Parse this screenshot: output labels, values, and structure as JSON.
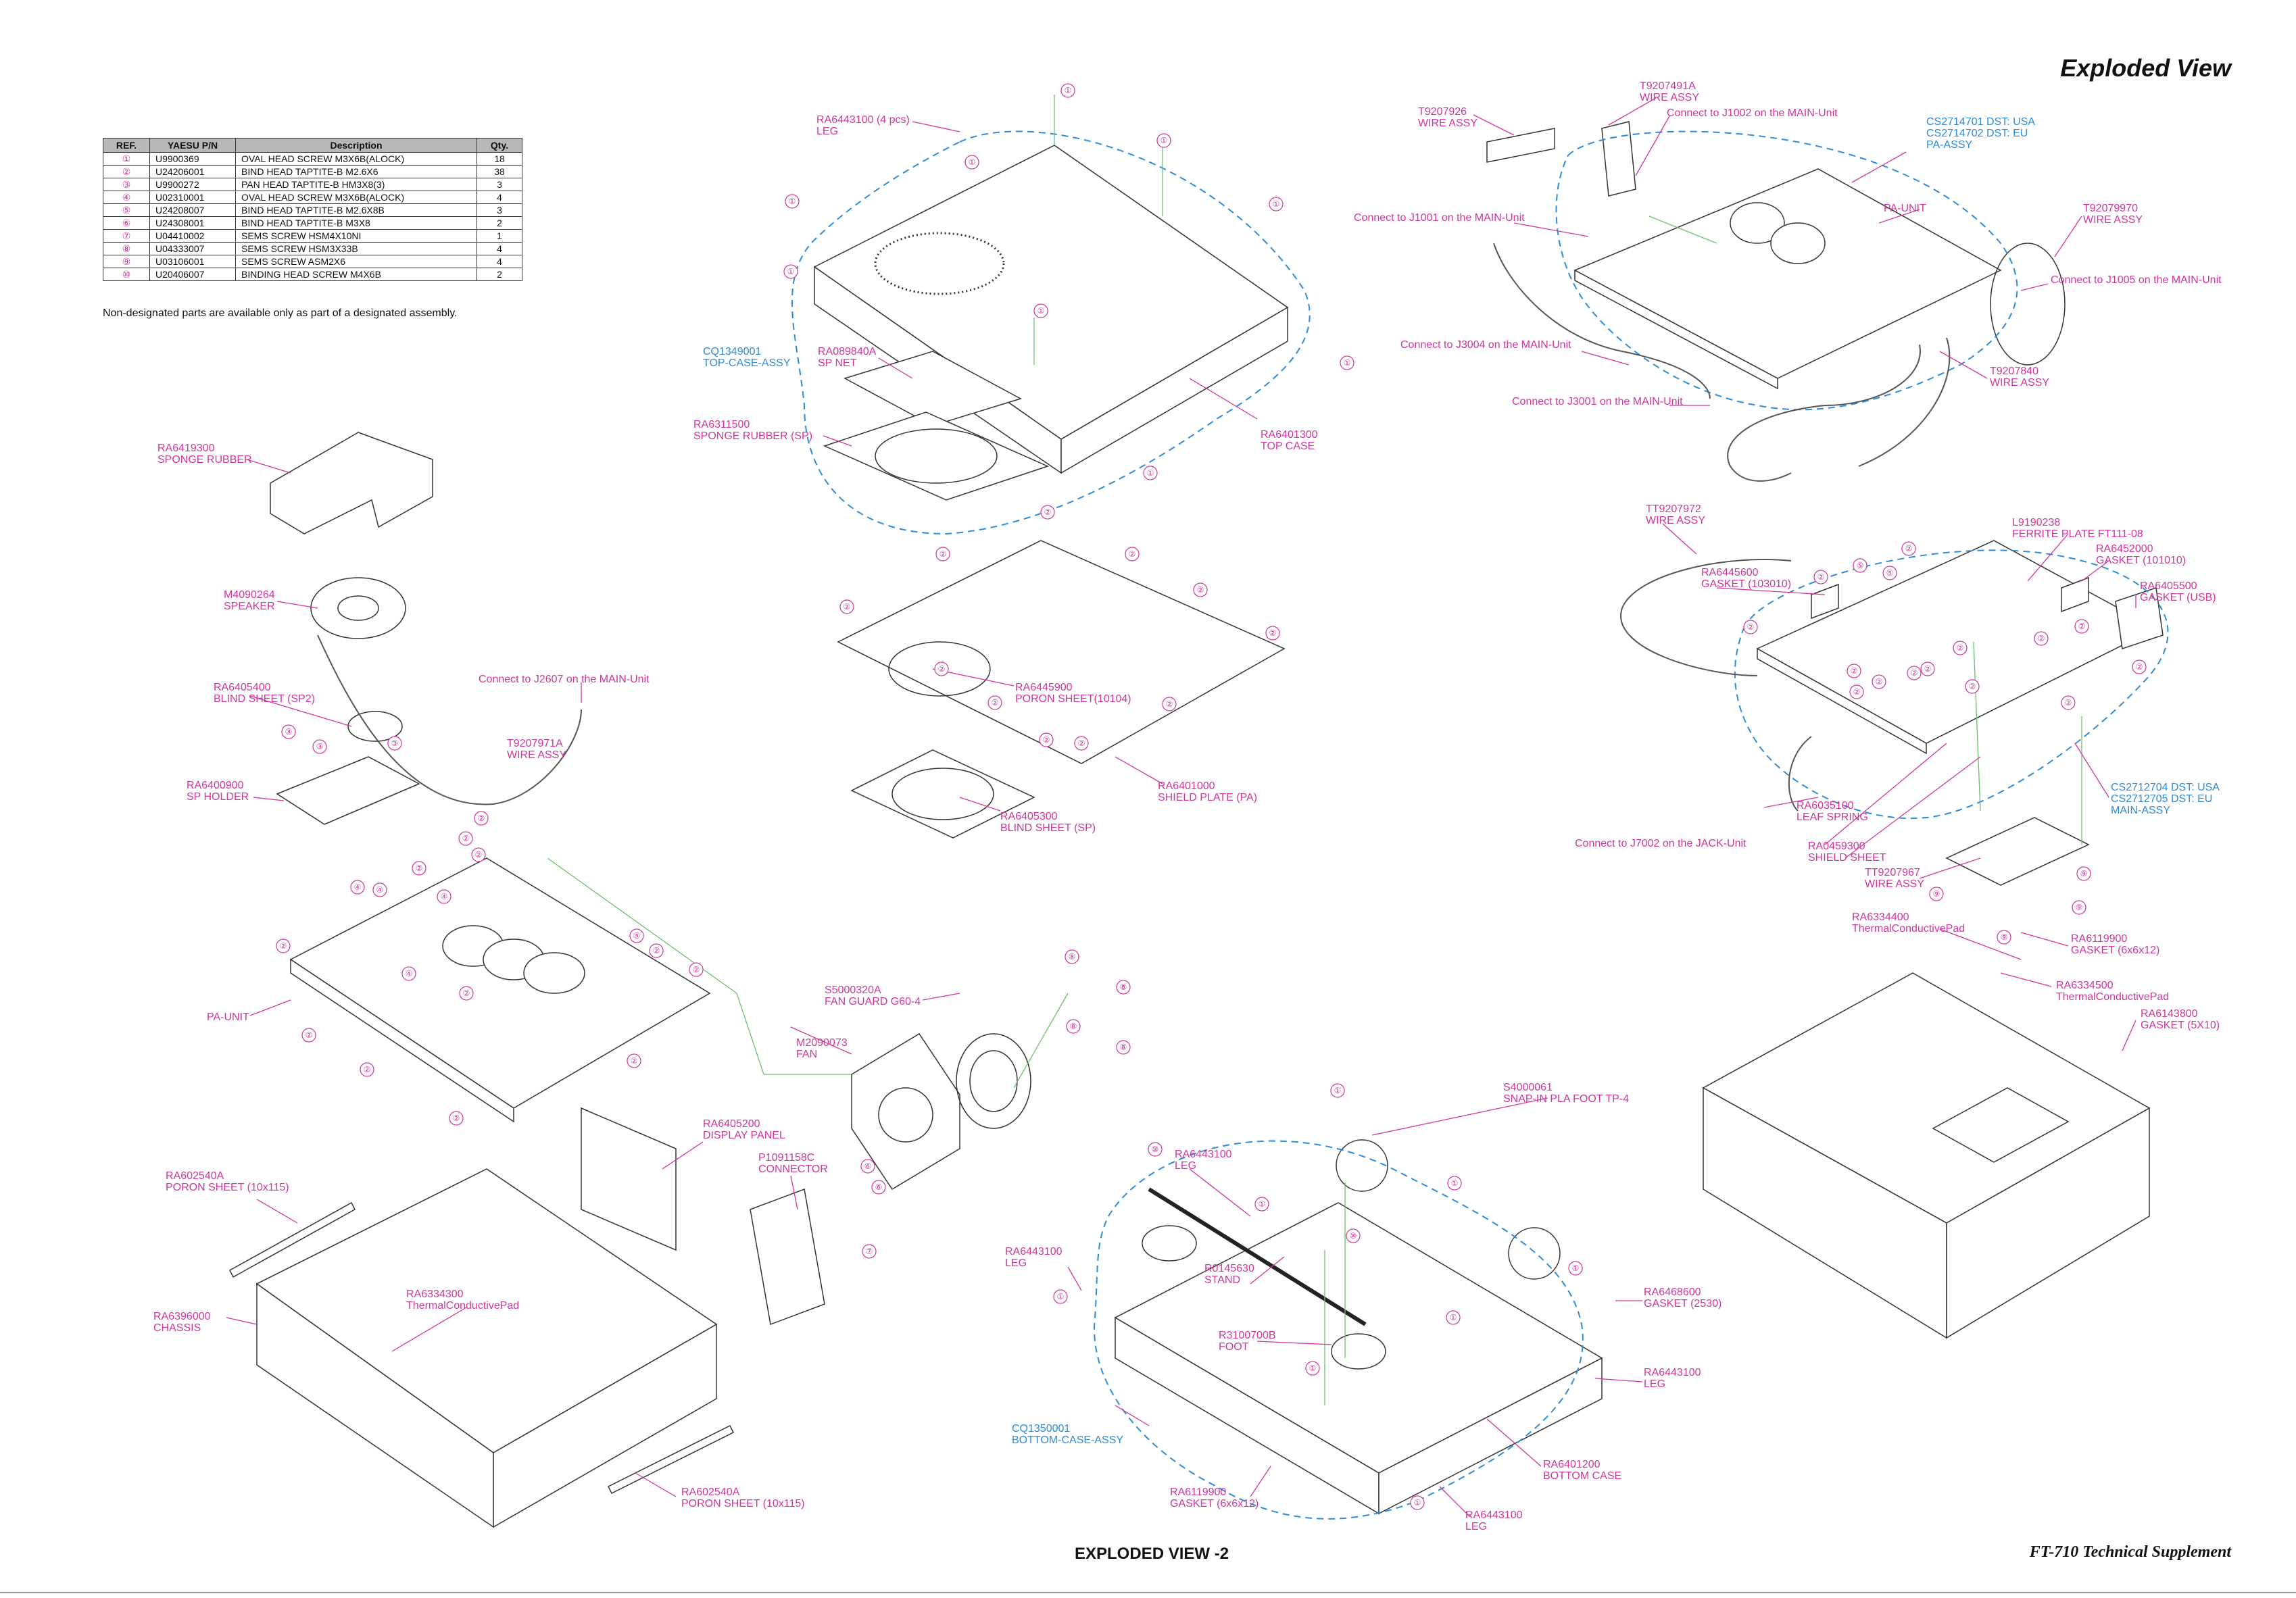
{
  "title": "Exploded View",
  "footer": {
    "page_label": "EXPLODED VIEW -2",
    "doc_title": "FT-710 Technical Supplement"
  },
  "parts_table": {
    "headers": [
      "REF.",
      "YAESU P/N",
      "Description",
      "Qty."
    ],
    "rows": [
      [
        "①",
        "U9900369",
        "OVAL HEAD SCREW M3X6B(ALOCK)",
        "18"
      ],
      [
        "②",
        "U24206001",
        "BIND HEAD TAPTITE-B M2.6X6",
        "38"
      ],
      [
        "③",
        "U9900272",
        "PAN HEAD TAPTITE-B HM3X8(3)",
        "3"
      ],
      [
        "④",
        "U02310001",
        "OVAL HEAD SCREW M3X6B(ALOCK)",
        "4"
      ],
      [
        "⑤",
        "U24208007",
        "BIND HEAD TAPTITE-B M2.6X8B",
        "3"
      ],
      [
        "⑥",
        "U24308001",
        "BIND HEAD TAPTITE-B M3X8",
        "2"
      ],
      [
        "⑦",
        "U04410002",
        "SEMS SCREW HSM4X10NI",
        "1"
      ],
      [
        "⑧",
        "U04333007",
        "SEMS SCREW HSM3X33B",
        "4"
      ],
      [
        "⑨",
        "U03106001",
        "SEMS SCREW ASM2X6",
        "4"
      ],
      [
        "⑩",
        "U20406007",
        "BINDING HEAD SCREW M4X6B",
        "2"
      ]
    ],
    "note": "Non-designated parts are available only as part of a designated assembly."
  },
  "colors": {
    "label": "#d0359c",
    "assembly": "#2d8bd8",
    "guide": "#6cc06c",
    "outline": "#333333"
  },
  "labels": {
    "leg_top": [
      "RA6443100 (4 pcs)",
      "LEG"
    ],
    "top_case_assy": [
      "CQ1349001",
      "TOP-CASE-ASSY"
    ],
    "sp_net": [
      "RA089840A",
      "SP NET"
    ],
    "sponge_rubber_sp": [
      "RA6311500",
      "SPONGE RUBBER (SP)"
    ],
    "top_case": [
      "RA6401300",
      "TOP CASE"
    ],
    "sponge_rubber": [
      "RA6419300",
      "SPONGE RUBBER"
    ],
    "speaker": [
      "M4090264",
      "SPEAKER"
    ],
    "blind_sheet_sp2": [
      "RA6405400",
      "BLIND SHEET (SP2)"
    ],
    "sp_holder": [
      "RA6400900",
      "SP HOLDER"
    ],
    "connect_j2607": "Connect to J2607 on the MAIN-Unit",
    "wire_t9207971a": [
      "T9207971A",
      "WIRE ASSY"
    ],
    "poron_sheet_10104": [
      "RA6445900",
      "PORON SHEET(10104)"
    ],
    "shield_plate_pa": [
      "RA6401000",
      "SHIELD PLATE (PA)"
    ],
    "blind_sheet_sp": [
      "RA6405300",
      "BLIND SHEET (SP)"
    ],
    "pa_unit_left": "PA-UNIT",
    "fan_guard": [
      "S5000320A",
      "FAN GUARD G60-4"
    ],
    "fan": [
      "M2090073",
      "FAN"
    ],
    "display_panel": [
      "RA6405200",
      "DISPLAY PANEL"
    ],
    "connector": [
      "P1091158C",
      "CONNECTOR"
    ],
    "poron_sheet_10x115_a": [
      "RA602540A",
      "PORON SHEET (10x115)"
    ],
    "chassis": [
      "RA6396000",
      "CHASSIS"
    ],
    "thermal_pad_chassis": [
      "RA6334300",
      "ThermalConductivePad"
    ],
    "poron_sheet_10x115_b": [
      "RA602540A",
      "PORON SHEET (10x115)"
    ],
    "wire_t9207926": [
      "T9207926",
      "WIRE ASSY"
    ],
    "wire_t9207491a": [
      "T9207491A",
      "WIRE ASSY"
    ],
    "connect_j1002": "Connect to J1002 on the MAIN-Unit",
    "pa_assy": [
      "CS2714701 DST: USA",
      "CS2714702 DST: EU",
      "PA-ASSY"
    ],
    "connect_j1001": "Connect to J1001 on the MAIN-Unit",
    "pa_unit_right": "PA-UNIT",
    "wire_t92079970": [
      "T92079970",
      "WIRE ASSY"
    ],
    "connect_j1005": "Connect to J1005 on the MAIN-Unit",
    "connect_j3004": "Connect to J3004 on the MAIN-Unit",
    "wire_t9207840": [
      "T9207840",
      "WIRE ASSY"
    ],
    "connect_j3001": "Connect to J3001 on the MAIN-Unit",
    "wire_tt9207972": [
      "TT9207972",
      "WIRE ASSY"
    ],
    "ferrite_plate": [
      "L9190238",
      "FERRITE PLATE FT111-08"
    ],
    "gasket_103010": [
      "RA6445600",
      "GASKET (103010)"
    ],
    "gasket_101010": [
      "RA6452000",
      "GASKET (101010)"
    ],
    "gasket_usb": [
      "RA6405500",
      "GASKET (USB)"
    ],
    "main_assy": [
      "CS2712704 DST: USA",
      "CS2712705 DST: EU",
      "MAIN-ASSY"
    ],
    "leaf_spring": [
      "RA6035100",
      "LEAF SPRING"
    ],
    "connect_j7002": "Connect to J7002 on the JACK-Unit",
    "shield_sheet": [
      "RA0459300",
      "SHIELD SHEET"
    ],
    "wire_tt9207967": [
      "TT9207967",
      "WIRE ASSY"
    ],
    "thermal_pad_a": [
      "RA6334400",
      "ThermalConductivePad"
    ],
    "gasket_6x6_right": [
      "RA6119900",
      "GASKET (6x6x12)"
    ],
    "thermal_pad_b": [
      "RA6334500",
      "ThermalConductivePad"
    ],
    "gasket_5x10": [
      "RA6143800",
      "GASKET (5X10)"
    ],
    "snap_in_foot": [
      "S4000061",
      "SNAP-IN PLA FOOT TP-4"
    ],
    "leg_bottom_a": [
      "RA6443100",
      "LEG"
    ],
    "leg_bottom_b": [
      "RA6443100",
      "LEG"
    ],
    "stand": [
      "R0145630",
      "STAND"
    ],
    "foot": [
      "R3100700B",
      "FOOT"
    ],
    "gasket_2530": [
      "RA6468600",
      "GASKET (2530)"
    ],
    "leg_bottom_c": [
      "RA6443100",
      "LEG"
    ],
    "bottom_case_assy": [
      "CQ1350001",
      "BOTTOM-CASE-ASSY"
    ],
    "gasket_6x6_bottom": [
      "RA6119900",
      "GASKET (6x6x12)"
    ],
    "bottom_case": [
      "RA6401200",
      "BOTTOM CASE"
    ],
    "leg_bottom_d": [
      "RA6443100",
      "LEG"
    ]
  },
  "screw_refs": {
    "top_case": [
      "①",
      "①",
      "①",
      "①",
      "①",
      "①",
      "①",
      "①",
      "①"
    ],
    "shield_plate": [
      "②",
      "②",
      "②",
      "②",
      "②",
      "②",
      "②",
      "②",
      "②",
      "②",
      "②"
    ],
    "sp_holder": [
      "③",
      "③",
      "③"
    ],
    "pa_unit": [
      "②",
      "②",
      "②",
      "④",
      "④",
      "④",
      "④",
      "②",
      "②",
      "②",
      "②",
      "②",
      "⑤",
      "②",
      "②",
      "②",
      "②"
    ],
    "fan": [
      "⑧",
      "⑧",
      "⑧",
      "⑧"
    ],
    "connector": [
      "⑥",
      "⑥",
      "⑦"
    ],
    "main_unit": [
      "②",
      "②",
      "⑤",
      "⑤",
      "②",
      "②",
      "②",
      "②",
      "②",
      "②",
      "②",
      "②",
      "②",
      "②",
      "②",
      "②",
      "⑨",
      "⑨",
      "⑨",
      "⑨"
    ],
    "bottom_case": [
      "①",
      "⑩",
      "①",
      "①",
      "①",
      "⑩",
      "①",
      "①",
      "①",
      "①"
    ]
  }
}
